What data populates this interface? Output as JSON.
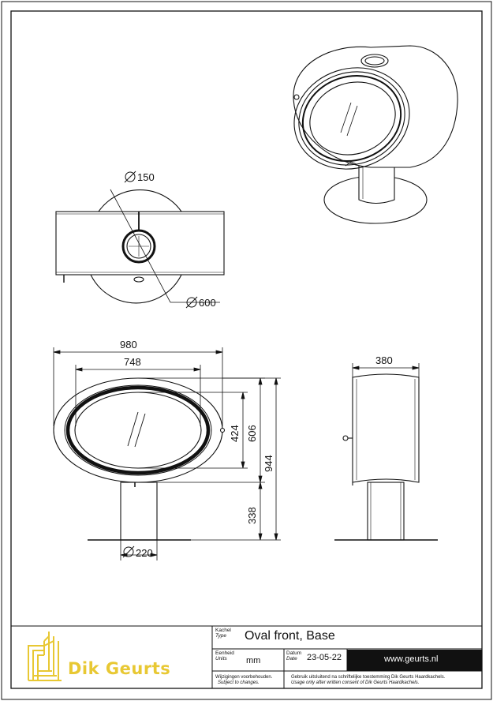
{
  "dimensions": {
    "top_pipe_diameter": "150",
    "top_base_diameter": "600",
    "front_width": "980",
    "front_glass_width": "748",
    "front_glass_height": "424",
    "front_body_height": "606",
    "total_height": "944",
    "stand_height": "338",
    "stand_diameter": "220",
    "side_depth": "380"
  },
  "title_block": {
    "type_label": "Kachel",
    "type_label_en": "Type",
    "type_value": "Oval front, Base",
    "units_label": "Eenheid",
    "units_label_en": "Units",
    "units_value": "mm",
    "date_label": "Datum",
    "date_label_en": "Date",
    "date_value": "23-05-22",
    "website": "www.geurts.nl",
    "disclaimer_nl": "Wijzigingen voorbehouden.",
    "disclaimer_en": "Subject to changes.",
    "usage_nl": "Gebruik uitsluitend na schriftelijke toestemming Dik Geurts Haardkachels.",
    "usage_en": "Usage only after written consent of Dik Geurts Haardkachels.",
    "brand_name": "Dik Geurts"
  },
  "colors": {
    "brand_yellow": "#e8c833",
    "url_bar": "#111111"
  }
}
